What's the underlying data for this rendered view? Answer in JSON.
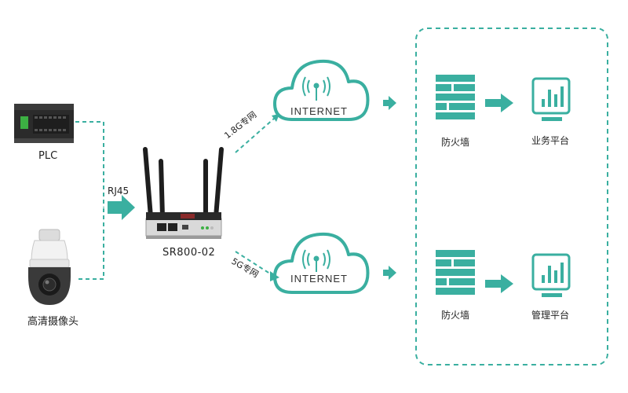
{
  "labels": {
    "plc": "PLC",
    "camera": "高清摄像头",
    "rj45": "RJ45",
    "router": "SR800-02",
    "link_top": "1.8G专网",
    "link_bottom": "5G专网",
    "cloud_top": "INTERNET",
    "cloud_bottom": "INTERNET",
    "firewall_top": "防火墙",
    "firewall_bottom": "防火墙",
    "platform_top": "业务平台",
    "platform_bottom": "管理平台"
  },
  "colors": {
    "accent": "#3aafa0",
    "accent_dark": "#2b9c8e",
    "text": "#222222"
  },
  "icons": [
    "plc-device-icon",
    "dome-camera-icon",
    "router-icon",
    "cloud-icon",
    "signal-icon",
    "firewall-icon",
    "monitor-chart-icon",
    "arrow-icon"
  ]
}
